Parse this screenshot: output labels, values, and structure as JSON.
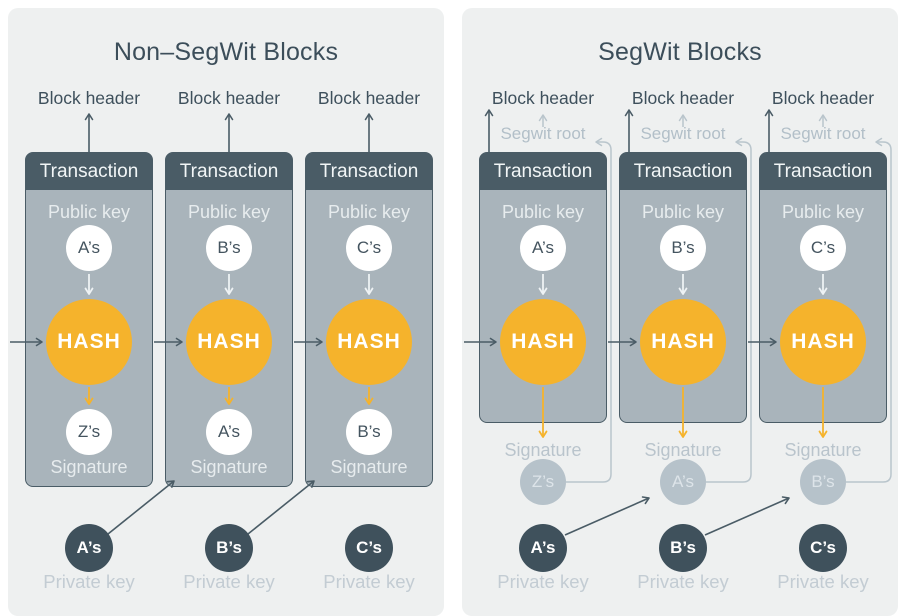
{
  "left_panel": {
    "title": "Non–SegWit Blocks",
    "columns": [
      {
        "block_header": "Block header",
        "transaction": "Transaction",
        "public_key_label": "Public key",
        "public_key_owner": "A’s",
        "hash_label": "HASH",
        "signature_owner": "Z’s",
        "signature_label": "Signature",
        "private_key_owner": "A’s",
        "private_key_label": "Private key"
      },
      {
        "block_header": "Block header",
        "transaction": "Transaction",
        "public_key_label": "Public key",
        "public_key_owner": "B’s",
        "hash_label": "HASH",
        "signature_owner": "A’s",
        "signature_label": "Signature",
        "private_key_owner": "B’s",
        "private_key_label": "Private key"
      },
      {
        "block_header": "Block header",
        "transaction": "Transaction",
        "public_key_label": "Public key",
        "public_key_owner": "C’s",
        "hash_label": "HASH",
        "signature_owner": "B’s",
        "signature_label": "Signature",
        "private_key_owner": "C’s",
        "private_key_label": "Private key"
      }
    ]
  },
  "right_panel": {
    "title": "SegWit Blocks",
    "columns": [
      {
        "block_header": "Block header",
        "segwit_root_label": "Segwit root",
        "transaction": "Transaction",
        "public_key_label": "Public key",
        "public_key_owner": "A’s",
        "hash_label": "HASH",
        "signature_label": "Signature",
        "signature_owner": "Z’s",
        "private_key_owner": "A’s",
        "private_key_label": "Private key"
      },
      {
        "block_header": "Block header",
        "segwit_root_label": "Segwit root",
        "transaction": "Transaction",
        "public_key_label": "Public key",
        "public_key_owner": "B’s",
        "hash_label": "HASH",
        "signature_label": "Signature",
        "signature_owner": "A’s",
        "private_key_owner": "B’s",
        "private_key_label": "Private key"
      },
      {
        "block_header": "Block header",
        "segwit_root_label": "Segwit root",
        "transaction": "Transaction",
        "public_key_label": "Public key",
        "public_key_owner": "C’s",
        "hash_label": "HASH",
        "signature_label": "Signature",
        "signature_owner": "B’s",
        "private_key_owner": "C’s",
        "private_key_label": "Private key"
      }
    ]
  },
  "colors": {
    "page_background": "#ffffff",
    "panel_background": "#eef0f0",
    "dark_slate": "#4a5c66",
    "dark_circle": "#3f515c",
    "box_body": "#a9b4bb",
    "hash_orange": "#f5b32c",
    "light_circle": "#b6c2ca",
    "muted_text": "#c3ccd3",
    "segwit_gray": "#b9c5cc"
  }
}
